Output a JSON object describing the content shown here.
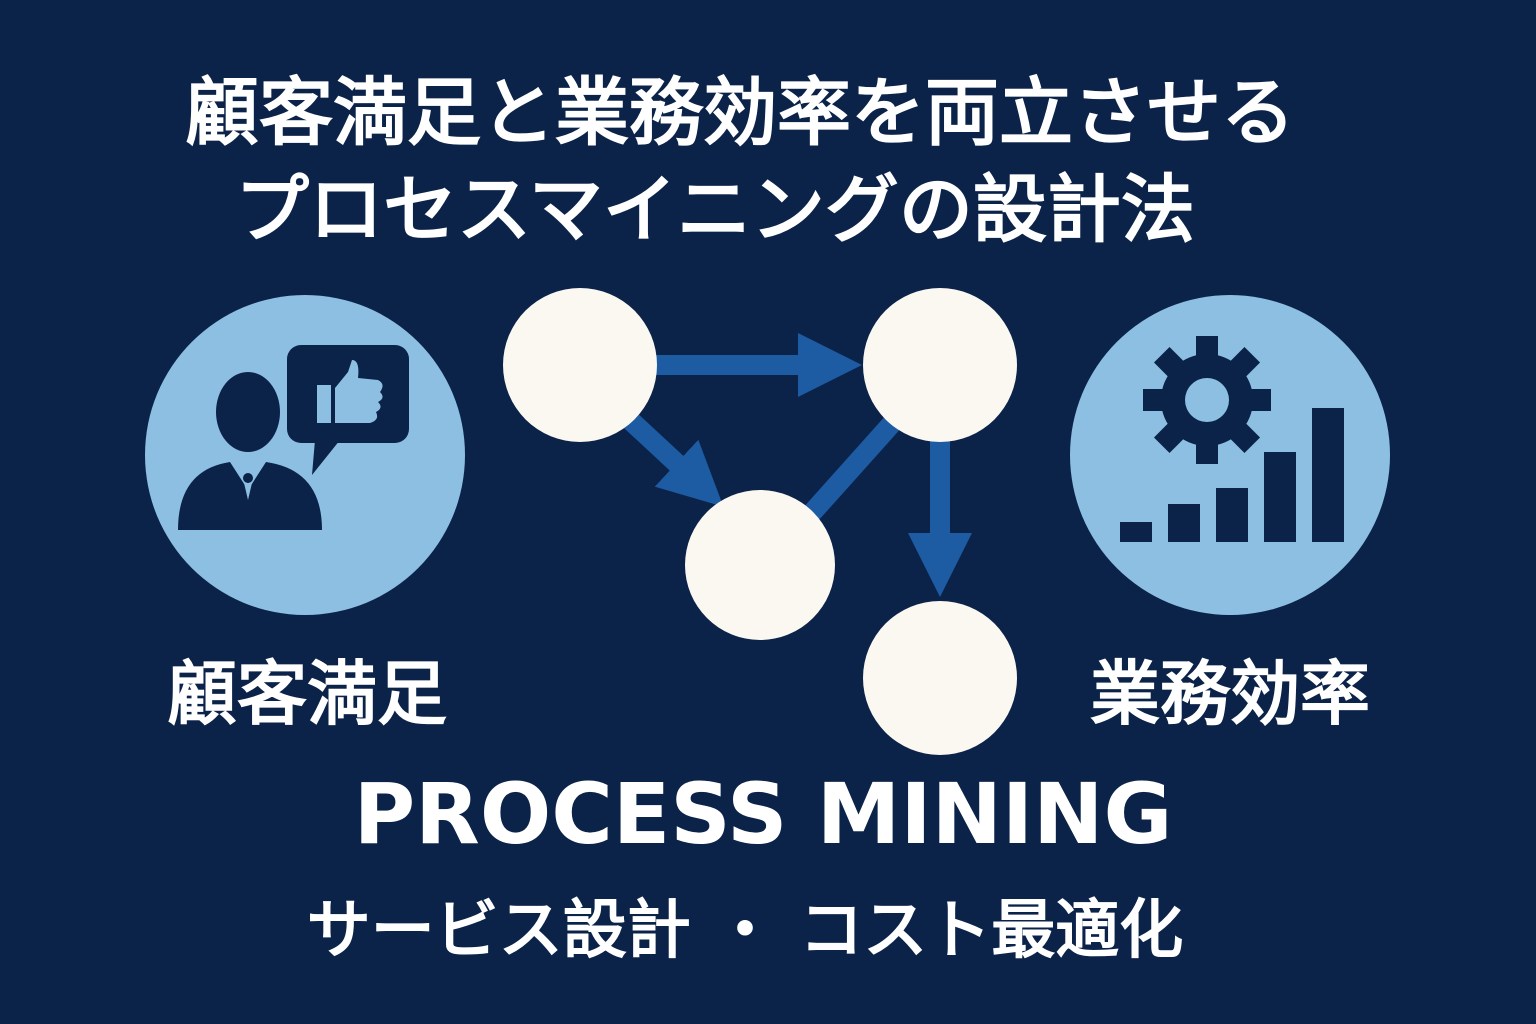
{
  "title": {
    "line1": "顧客満足と業務効率を両立させる",
    "line2": "プロセスマイニングの設計法"
  },
  "left_panel": {
    "label": "顧客満足",
    "icon": "customer-thumbs-up-icon"
  },
  "right_panel": {
    "label": "業務効率",
    "icon": "gear-bar-chart-icon"
  },
  "banner": {
    "main": "PROCESS MINING",
    "subtitle": "サービス設計 ・ コスト最適化"
  },
  "colors": {
    "background": "#0b2249",
    "circle": "#8dbfe3",
    "arrow": "#1d5ba3",
    "node": "#fbf8f2",
    "icon": "#0b2249"
  }
}
